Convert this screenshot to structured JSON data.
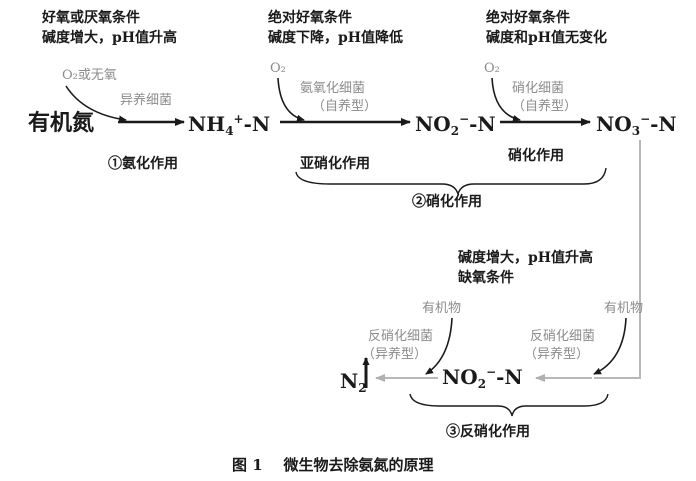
{
  "stage1": {
    "condition": [
      "好氧或厌氧条件",
      "碱度增大，pH值升高"
    ],
    "reagent": "O₂或无氧",
    "bacteria": [
      "异养细菌"
    ],
    "label": "①氨化作用"
  },
  "stage2a": {
    "condition": [
      "绝对好氧条件",
      "碱度下降，pH值降低"
    ],
    "reagent": "O₂",
    "bacteria": [
      "氨氧化细菌",
      "（自养型）"
    ],
    "label": "亚硝化作用"
  },
  "stage2b": {
    "condition": [
      "绝对好氧条件",
      "碱度和pH值无变化"
    ],
    "reagent": "O₂",
    "bacteria": [
      "硝化细菌",
      "（自养型）"
    ],
    "label": "硝化作用"
  },
  "stage2": {
    "label": "②硝化作用"
  },
  "stage3": {
    "condition": [
      "碱度增大，pH值升高",
      "缺氧条件"
    ],
    "reagent_left": "有机物",
    "reagent_right": "有机物",
    "bacteria_left": [
      "反硝化细菌",
      "（异养型）"
    ],
    "bacteria_right": [
      "反硝化细菌",
      "（异养型）"
    ],
    "label": "③反硝化作用"
  },
  "species": {
    "organic_n": "有机氮",
    "nh4": {
      "base": "NH",
      "sub": "4",
      "sup": "+",
      "tail": "-N"
    },
    "no2": {
      "base": "NO",
      "sub": "2",
      "sup": "−",
      "tail": "-N"
    },
    "no3": {
      "base": "NO",
      "sub": "3",
      "sup": "−",
      "tail": "-N"
    },
    "no2b": {
      "base": "NO",
      "sub": "2",
      "sup": "−",
      "tail": "-N"
    },
    "n2": {
      "base": "N",
      "sub": "2"
    }
  },
  "caption": "图 1    微生物去除氨氮的原理",
  "colors": {
    "dark": "#1a1a1a",
    "gray": "#8c8c8c",
    "line": "#b8b8b8"
  }
}
